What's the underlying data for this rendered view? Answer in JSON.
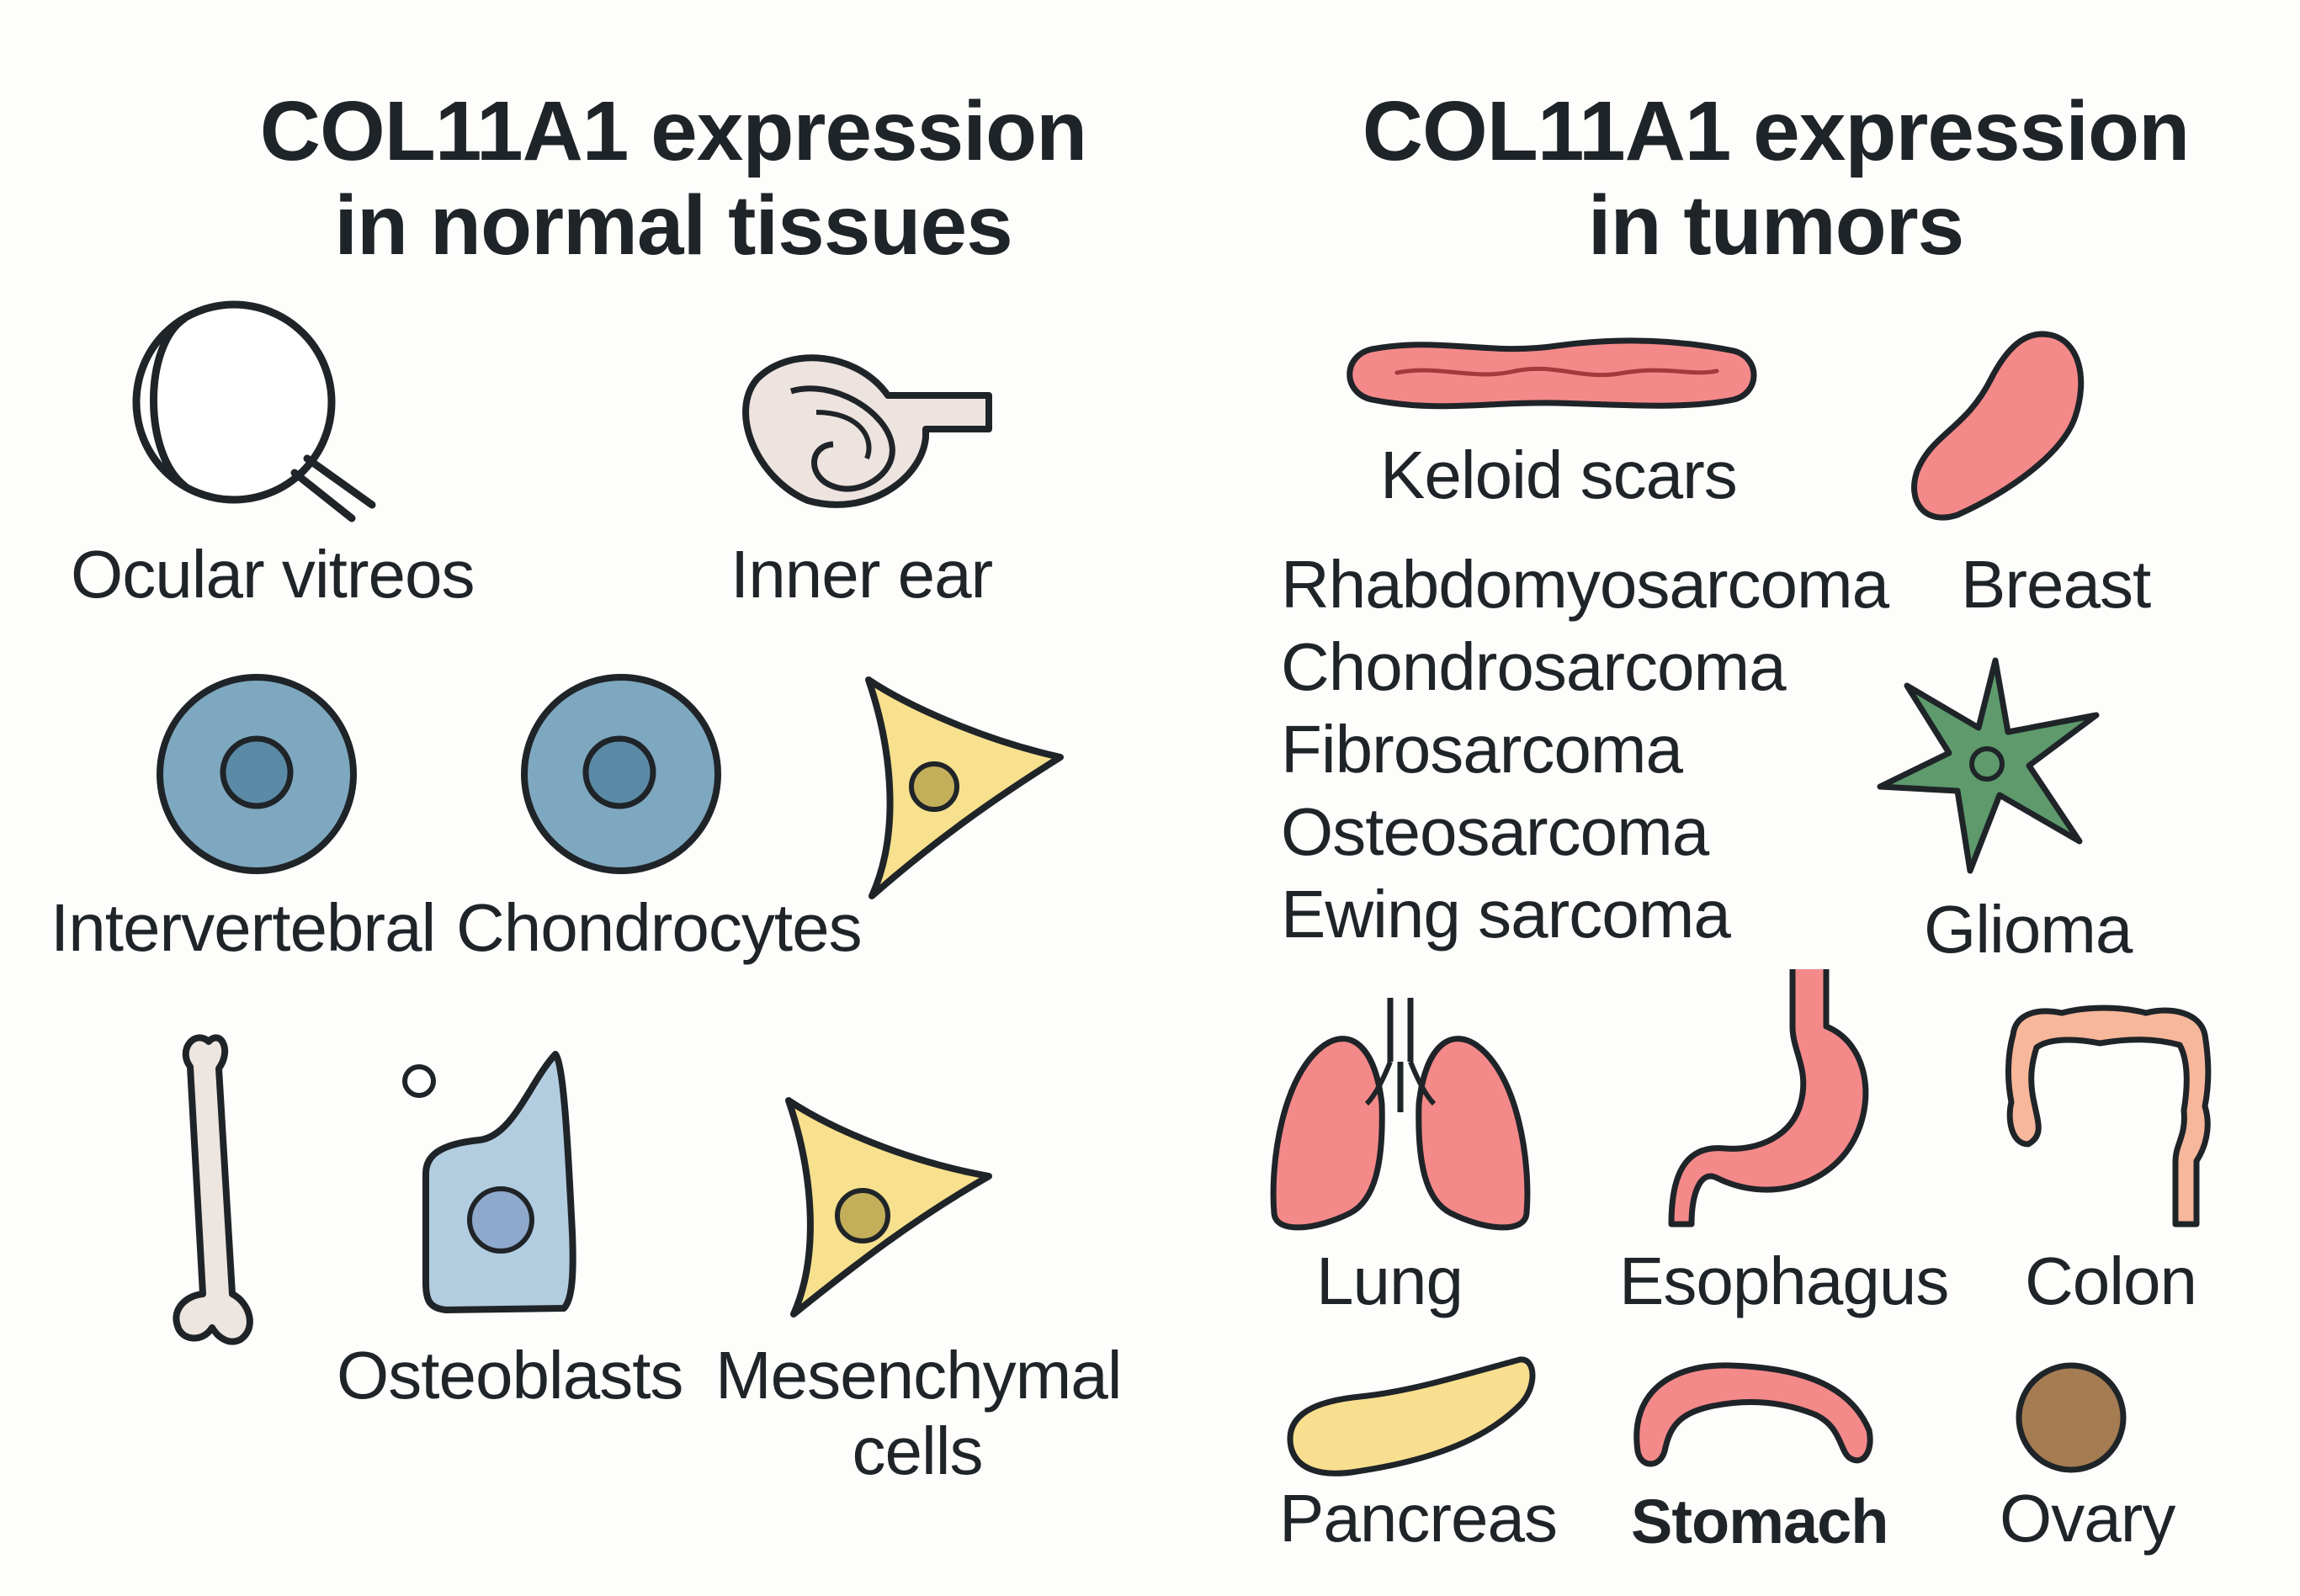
{
  "normal": {
    "title_line1": "COL11A1 expression",
    "title_line2": "in normal tissues",
    "labels": {
      "ocular": "Ocular vitreos",
      "inner_ear": "Inner ear",
      "intervertebral": "Intervertebral",
      "chondrocytes": "Chondrocytes",
      "osteoblasts": "Osteoblasts",
      "mesenchymal_1": "Mesenchymal",
      "mesenchymal_2": "cells"
    }
  },
  "tumors": {
    "title_line1": "COL11A1 expression",
    "title_line2": "in tumors",
    "labels": {
      "keloid": "Keloid scars",
      "breast": "Breast",
      "sarcomas": [
        "Rhabdomyosarcoma",
        "Chondrosarcoma",
        "Fibrosarcoma",
        "Osteosarcoma",
        "Ewing sarcoma"
      ],
      "glioma": "Glioma",
      "lung": "Lung",
      "esophagus": "Esophagus",
      "colon": "Colon",
      "pancreas": "Pancreas",
      "stomach": "Stomach",
      "ovary": "Ovary"
    }
  },
  "colors": {
    "outline": "#1f2428",
    "blue_cell": "#7ea8bf",
    "blue_nucleus": "#5b8aa6",
    "osteoblast": "#b3cde0",
    "osteoblast_nucleus": "#8fa9cc",
    "yellow_cell": "#f7e08e",
    "yellow_nucleus": "#c3ae5a",
    "tumor_pink": "#f4898a",
    "glioma_green": "#5e9a6c",
    "colon_orange": "#f7b79b",
    "pancreas_yellow": "#f8df8f",
    "ovary_brown": "#a57c52",
    "bone": "#ede5df"
  },
  "icons": {
    "ocular": "eye-globe-icon",
    "inner_ear": "cochlea-icon",
    "intervertebral": "disc-cell-icon",
    "chondrocytes": "chondrocyte-icon",
    "mesenchymal_top": "mesenchymal-cell-icon",
    "bone": "bone-icon",
    "osteoblasts": "osteoblast-icon",
    "mesenchymal_bottom": "mesenchymal-cell-icon",
    "keloid": "keloid-scar-icon",
    "breast": "breast-icon",
    "glioma": "glioma-cell-icon",
    "lung": "lungs-icon",
    "esophagus": "esophagus-icon",
    "colon": "colon-icon",
    "pancreas": "pancreas-icon",
    "stomach": "stomach-icon",
    "ovary": "ovary-icon"
  }
}
